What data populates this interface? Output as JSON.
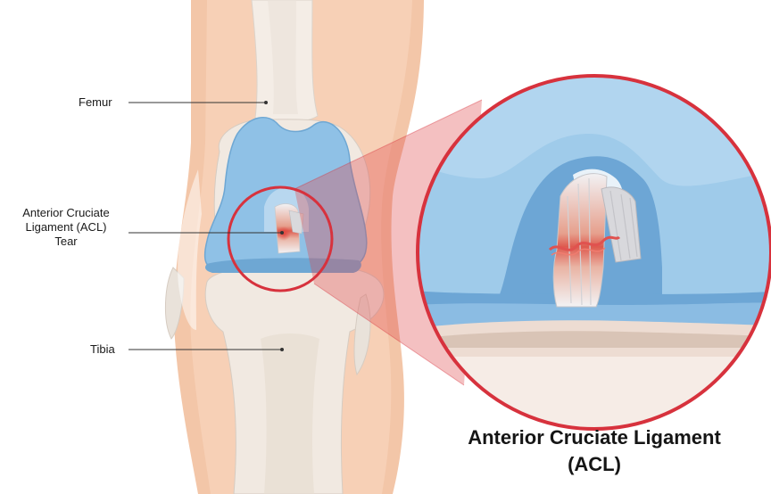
{
  "labels": {
    "femur": "Femur",
    "tibia": "Tibia",
    "acl_line1": "Anterior Cruciate",
    "acl_line2": "Ligament (ACL)",
    "acl_line3": "Tear"
  },
  "title": {
    "line1": "Anterior Cruciate Ligament",
    "line2": "(ACL)"
  },
  "colors": {
    "skin": "#f3c6a8",
    "bone": "#f4ede6",
    "cartilage": "#8fc1e6",
    "ligament": "#e8e8ea",
    "tear": "#e0524f",
    "magnifier_ring": "#d7323d"
  }
}
